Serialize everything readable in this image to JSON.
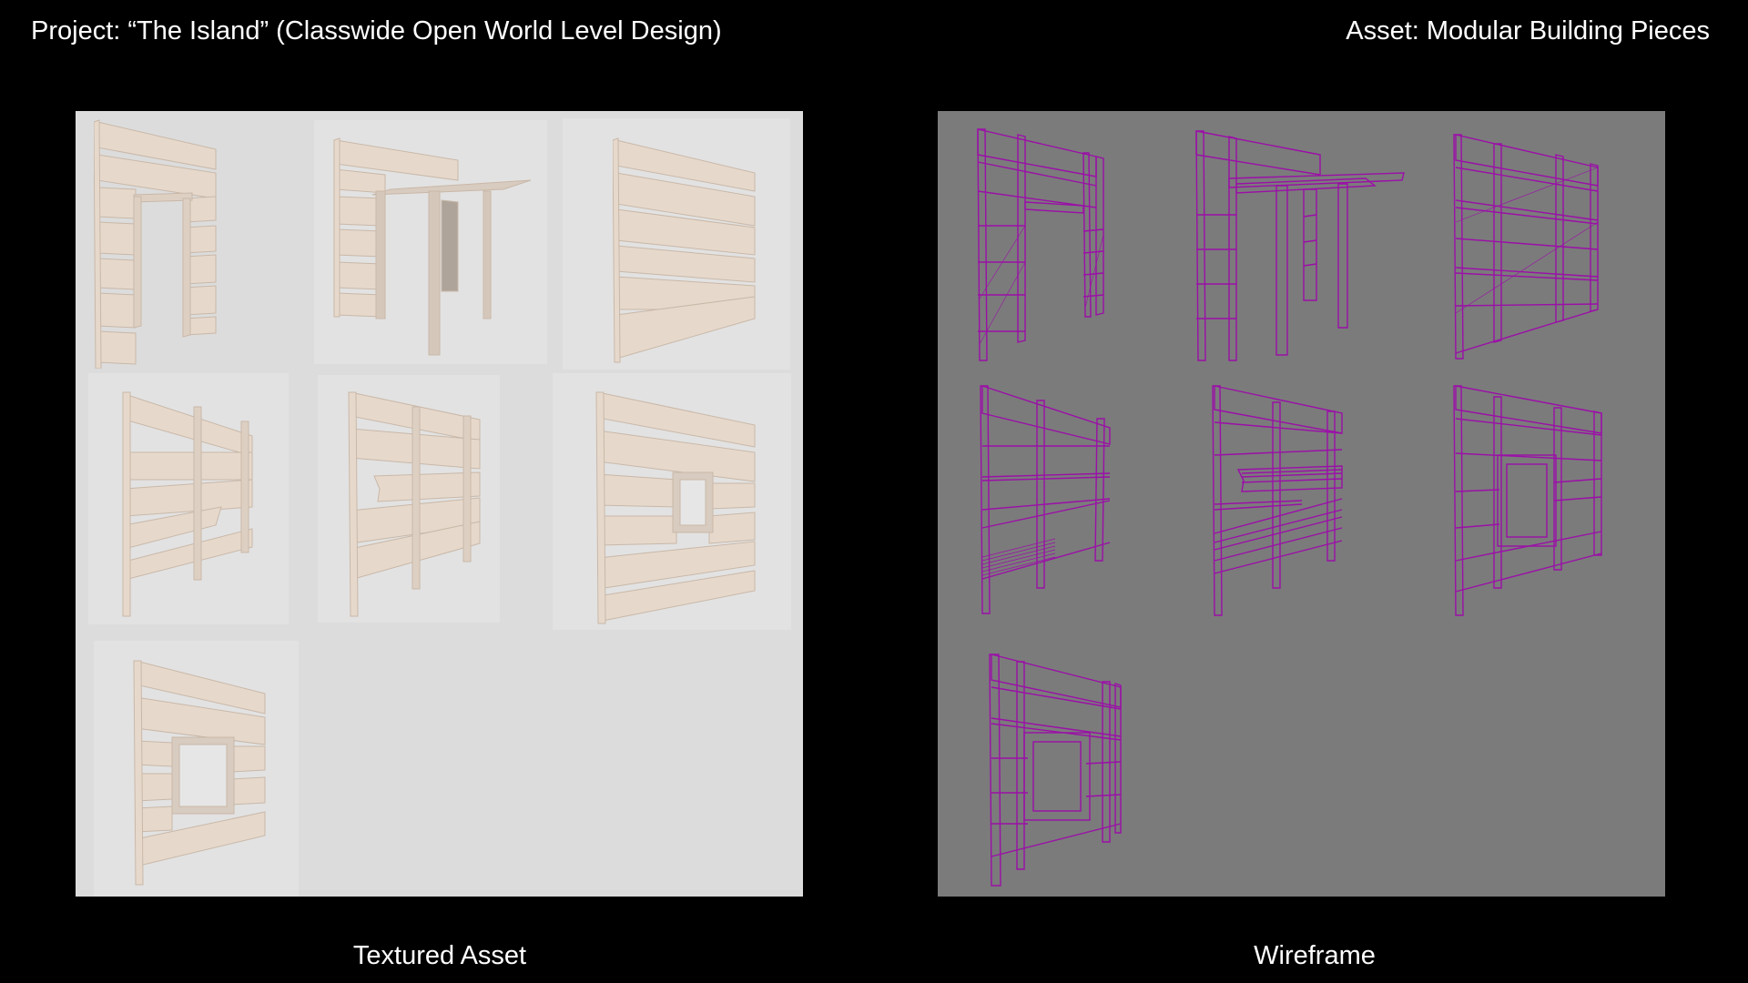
{
  "header": {
    "project": "Project: “The Island” (Classwide Open World Level Design)",
    "asset": "Asset: Modular Building Pieces"
  },
  "panels": {
    "textured": {
      "caption": "Textured Asset",
      "background": "#dcdcdc",
      "wood_color": "#e6d9cc"
    },
    "wireframe": {
      "caption": "Wireframe",
      "background": "#7b7b7b",
      "wire_color": "#9b0fa8"
    }
  },
  "pieces": [
    {
      "id": 1,
      "name": "wall-with-door"
    },
    {
      "id": 2,
      "name": "wall-with-awning"
    },
    {
      "id": 3,
      "name": "solid-wall"
    },
    {
      "id": 4,
      "name": "broken-wall"
    },
    {
      "id": 5,
      "name": "broken-plank-wall"
    },
    {
      "id": 6,
      "name": "wall-with-small-window"
    },
    {
      "id": 7,
      "name": "wall-with-large-window"
    }
  ]
}
